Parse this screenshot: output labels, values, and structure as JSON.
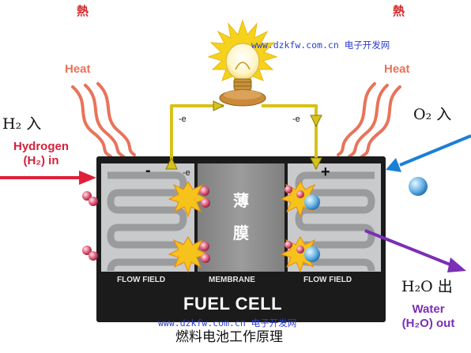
{
  "labels": {
    "heat_hanzi_left": "熱",
    "heat_hanzi_right": "熱",
    "heat_left": "Heat",
    "heat_right": "Heat",
    "h2_in_zh": "H₂ 入",
    "hydrogen_in_line1": "Hydrogen",
    "hydrogen_in_line2": "(H₂) in",
    "o2_in_zh": "O₂ 入",
    "h2o_out_zh": "H₂O 出",
    "water_out_line1": "Water",
    "water_out_line2": "(H₂O) out",
    "electron_left": "-e",
    "electron_right": "-e",
    "anode_sign": "-",
    "anode_e": "-e",
    "cathode_sign": "+",
    "membrane_char1": "薄",
    "membrane_char2": "膜",
    "flow_field_left": "FLOW FIELD",
    "membrane": "MEMBRANE",
    "flow_field_right": "FLOW FIELD",
    "fuel_cell": "FUEL CELL",
    "watermark_top": "www.dzkfw.com.cn 电子开发网",
    "watermark_bottom": "www.dzkfw.com.cn 电子开发网",
    "caption": "燃料电池工作原理"
  },
  "colors": {
    "cell_body": "#1b1b1b",
    "chamber": "#c9cacb",
    "membrane": "#8e8f8e",
    "wire": "#d6c21a",
    "heat": "#e8735a",
    "hydrogen_arrow": "#e0203a",
    "oxygen_arrow": "#1a7fd6",
    "water_arrow": "#7a2fb5",
    "spark": "#f6c21c"
  },
  "icons": {
    "bulb": "light-bulb-icon",
    "spark": "reaction-spark-icon",
    "hydrogen": "hydrogen-molecule-icon",
    "oxygen": "oxygen-molecule-icon"
  }
}
